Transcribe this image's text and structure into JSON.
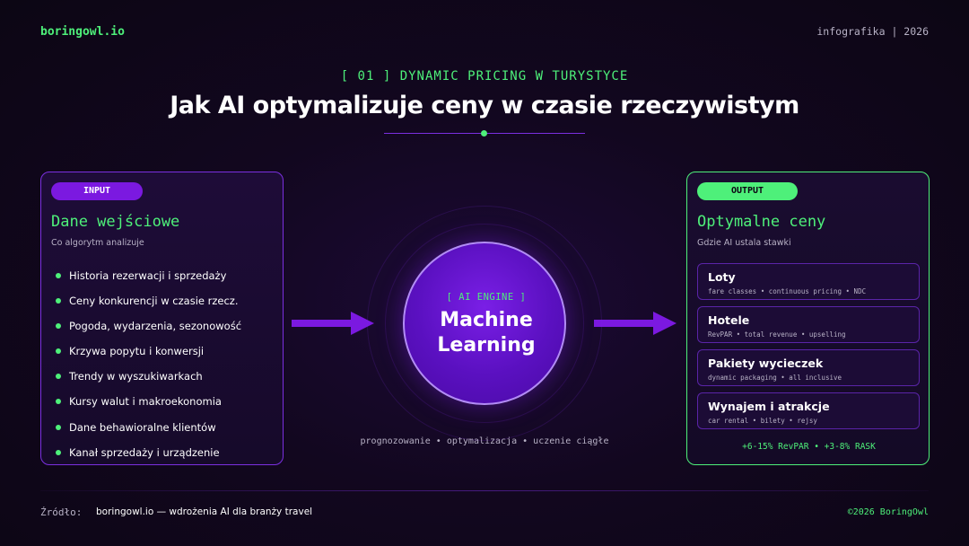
{
  "header": {
    "brand": "boringowl.io",
    "meta": "infografika | 2026",
    "subtitle": "[ 01 ] DYNAMIC PRICING W TURYSTYCE",
    "title": "Jak AI optymalizuje ceny w czasie rzeczywistym"
  },
  "input_card": {
    "badge": "INPUT",
    "heading": "Dane wejściowe",
    "description": "Co algorytm analizuje",
    "items": [
      "Historia rezerwacji i sprzedaży",
      "Ceny konkurencji w czasie rzecz.",
      "Pogoda, wydarzenia, sezonowość",
      "Krzywa popytu i konwersji",
      "Trendy w wyszukiwarkach",
      "Kursy walut i makroekonomia",
      "Dane behawioralne klientów",
      "Kanał sprzedaży i urządzenie"
    ]
  },
  "engine": {
    "tag": "[ AI ENGINE ]",
    "title_line1": "Machine",
    "title_line2": "Learning",
    "caption": "prognozowanie • optymalizacja • uczenie ciągłe"
  },
  "output_card": {
    "badge": "OUTPUT",
    "heading": "Optymalne ceny",
    "description": "Gdzie AI ustala stawki",
    "items": [
      {
        "name": "Loty",
        "tags": "fare classes • continuous pricing • NDC"
      },
      {
        "name": "Hotele",
        "tags": "RevPAR • total revenue • upselling"
      },
      {
        "name": "Pakiety wycieczek",
        "tags": "dynamic packaging • all inclusive"
      },
      {
        "name": "Wynajem i atrakcje",
        "tags": "car rental • bilety • rejsy"
      }
    ],
    "stat": "+6-15% RevPAR • +3-8% RASK"
  },
  "footer": {
    "source_label": "Źródło:",
    "source_text": "boringowl.io — wdrożenia AI dla branży travel",
    "copyright": "©2026 BoringOwl"
  },
  "colors": {
    "accent_green": "#4ef07a",
    "accent_purple": "#7b19e0",
    "background": "#12071f"
  }
}
